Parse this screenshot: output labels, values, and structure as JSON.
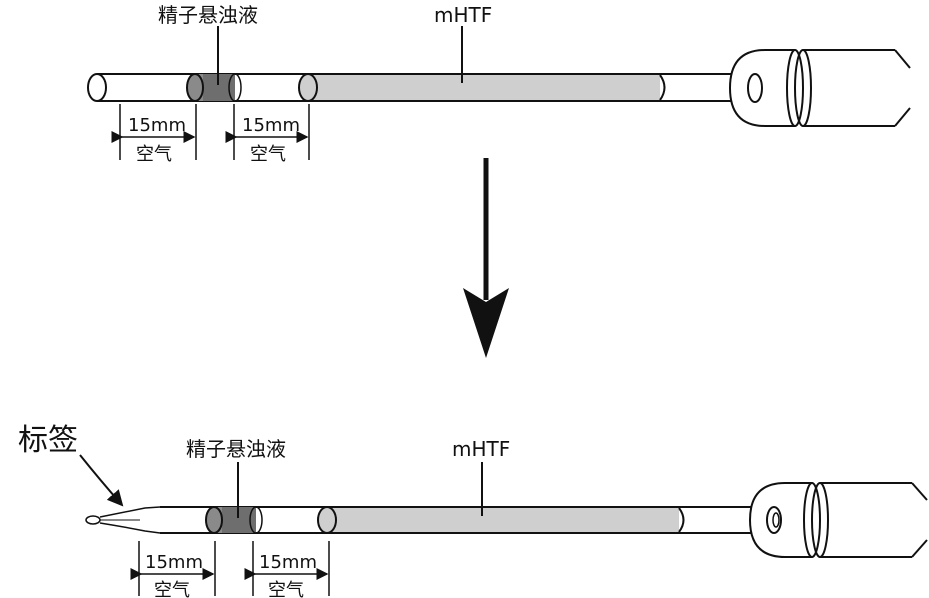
{
  "top_diagram": {
    "sperm_label": "精子悬浊液",
    "mhtf_label": "mHTF",
    "gap1_length": "15mm",
    "gap1_label": "空气",
    "gap2_length": "15mm",
    "gap2_label": "空气"
  },
  "bottom_diagram": {
    "tag_label": "标签",
    "sperm_label": "精子悬浊液",
    "mhtf_label": "mHTF",
    "gap1_length": "15mm",
    "gap1_label": "空气",
    "gap2_length": "15mm",
    "gap2_label": "空气"
  },
  "colors": {
    "sperm_fill": "#8a8a8a",
    "mhtf_fill": "#cfcfcf",
    "outline": "#111111"
  }
}
